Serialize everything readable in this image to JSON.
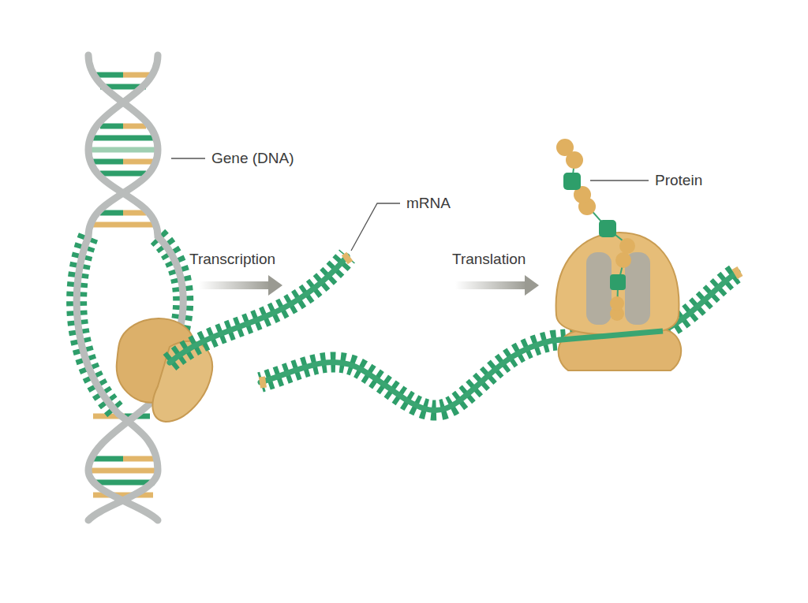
{
  "diagram": {
    "labels": [
      "Gene (DNA)",
      "mRNA",
      "Transcription",
      "Translation",
      "Protein"
    ]
  }
}
